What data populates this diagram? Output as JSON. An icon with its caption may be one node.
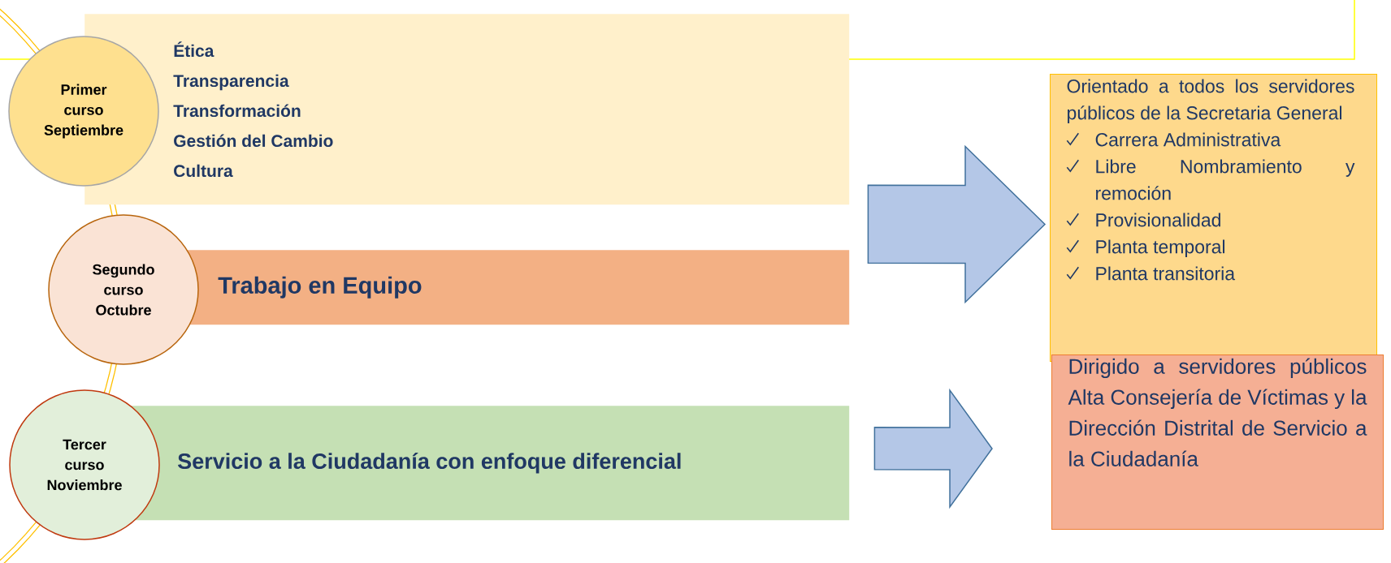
{
  "diagram": {
    "nodes": [
      {
        "text": [
          "Primer curso Septiembre"
        ]
      },
      {
        "text": [
          "Ética",
          "Transparencia",
          "Transformación",
          "Gestión del Cambio",
          "Cultura"
        ]
      },
      {
        "text": [
          "Segundo curso Octubre"
        ]
      },
      {
        "text": [
          "Trabajo en Equipo"
        ]
      },
      {
        "text": [
          "Tercer curso Noviembre"
        ]
      },
      {
        "text": [
          "Servicio a la Ciudadanía con enfoque diferencial"
        ]
      },
      {
        "text": [
          "Orientado a todos los servidores públicos de la Secretaria General",
          "Carrera Administrativa",
          "Libre Nombramiento y remoción",
          "Provisionalidad",
          "Planta temporal",
          "Planta transitoria"
        ]
      },
      {
        "text": [
          "Dirigido a servidores públicos Alta Consejería de Víctimas y la Dirección Distrital de Servicio a la Ciudadanía"
        ]
      }
    ],
    "edges": [
      {
        "from": 1,
        "to": 6,
        "arrow": "to"
      },
      {
        "from": 5,
        "to": 7,
        "arrow": "to"
      }
    ]
  }
}
